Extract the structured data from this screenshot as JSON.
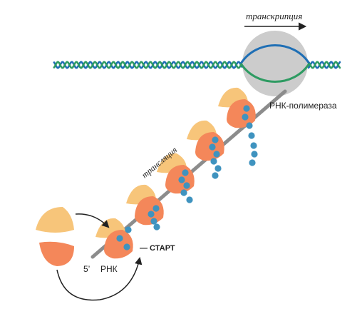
{
  "labels": {
    "transcription": "транскрипция",
    "translation": "трансляция",
    "polymerase": "РНК-полимераза",
    "start": "— СТАРТ",
    "five_prime": "5’",
    "rna": "РНК"
  },
  "colors": {
    "dna_blue": "#1f6fb5",
    "dna_green": "#2e9b62",
    "polymerase_gray": "#cccccc",
    "rna_gray": "#8c8c8c",
    "ribosome_small": "#f7c57a",
    "ribosome_large": "#f4875a",
    "peptide_bead": "#3f93bf"
  },
  "icons": [
    "arrow-right-icon",
    "curved-arrow-icon"
  ]
}
